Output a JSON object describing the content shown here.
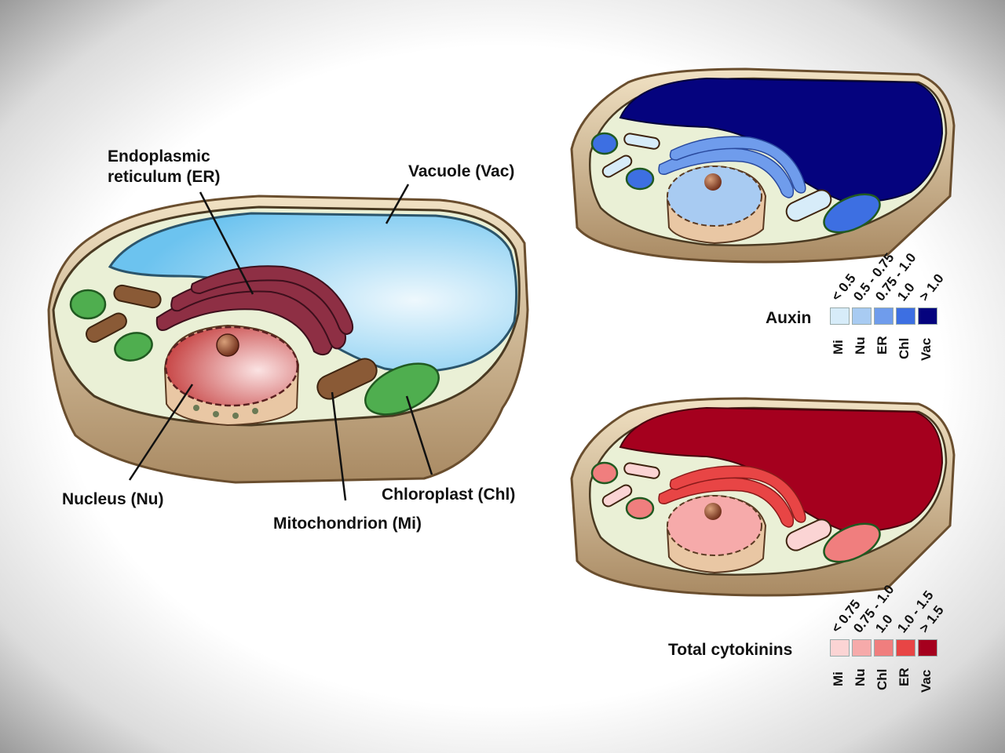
{
  "labels": {
    "er": "Endoplasmic\nreticulum (ER)",
    "vacuole": "Vacuole (Vac)",
    "nucleus": "Nucleus (Nu)",
    "mitochondrion": "Mitochondrion (Mi)",
    "chloroplast": "Chloroplast (Chl)"
  },
  "auxin_legend": {
    "title": "Auxin",
    "ranges": [
      "< 0.5",
      "0.5 - 0.75",
      "0.75 - 1.0",
      "1.0",
      "> 1.0"
    ],
    "compartments": [
      "Mi",
      "Nu",
      "ER",
      "Chl",
      "Vac"
    ],
    "colors": [
      "#d7ecf9",
      "#a8cbf2",
      "#6f9cec",
      "#3d6fe2",
      "#05037e"
    ]
  },
  "cytokinin_legend": {
    "title": "Total cytokinins",
    "ranges": [
      "< 0.75",
      "0.75 - 1.0",
      "1.0",
      "1.0 - 1.5",
      "> 1.5"
    ],
    "compartments": [
      "Mi",
      "Nu",
      "Chl",
      "ER",
      "Vac"
    ],
    "colors": [
      "#fbd4d4",
      "#f6aaaa",
      "#f07e7e",
      "#e84545",
      "#a5001e"
    ]
  },
  "cells": {
    "main": {
      "vac": "#bfe7fb",
      "er": "#7a2335",
      "nu": "#e46a6a",
      "mi": "#8a5a36",
      "chl": "#3f9b3f"
    },
    "auxin": {
      "vac": "#05037e",
      "er": "#6f9cec",
      "nu": "#a8cbf2",
      "mi": "#d7ecf9",
      "chl": "#3d6fe2"
    },
    "cytokinin": {
      "vac": "#a5001e",
      "er": "#e84545",
      "nu": "#f6aaaa",
      "mi": "#fbd4d4",
      "chl": "#f07e7e"
    }
  }
}
